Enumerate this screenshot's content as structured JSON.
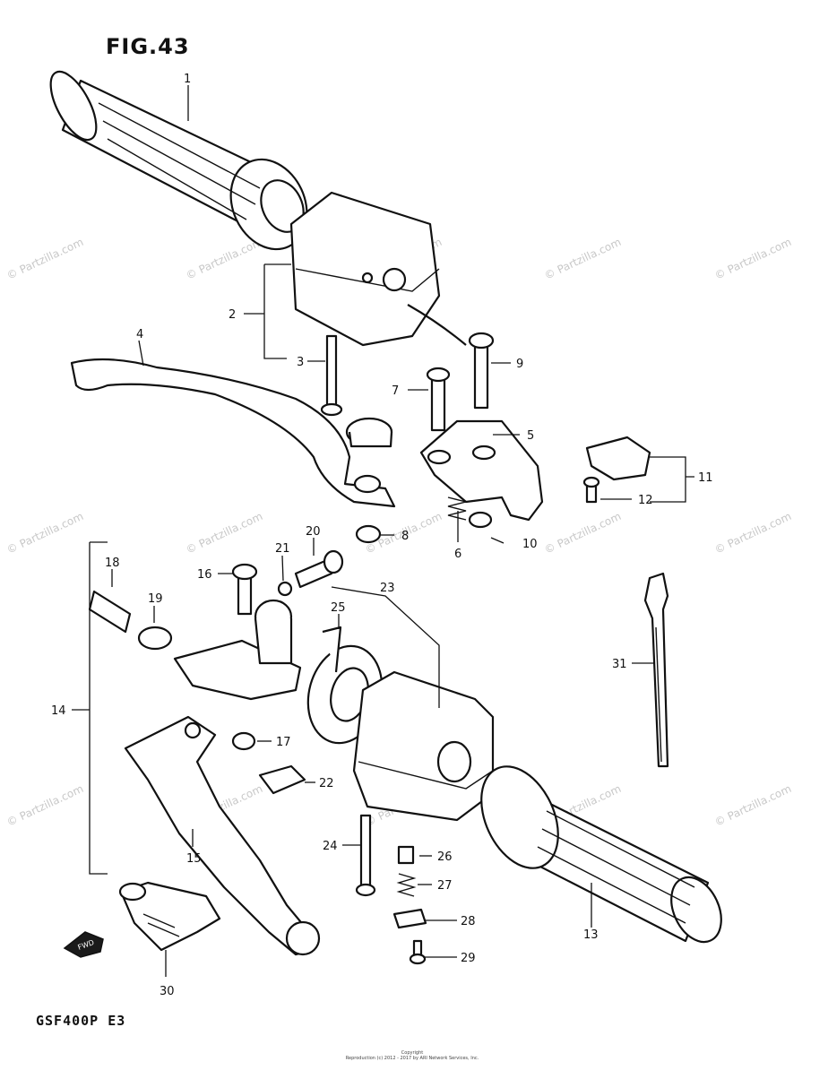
{
  "figure": {
    "title": "FIG.43",
    "model_code": "GSF400P  E3"
  },
  "watermark": "© Partzilla.com",
  "copyright": {
    "line1": "Copyright",
    "line2": "Reproduction (c) 2012 - 2017 by ARI Network Services, Inc."
  },
  "fwd_label": "FWD",
  "callouts": [
    "1",
    "2",
    "3",
    "4",
    "5",
    "6",
    "7",
    "8",
    "9",
    "10",
    "11",
    "12",
    "13",
    "14",
    "15",
    "16",
    "17",
    "18",
    "19",
    "20",
    "21",
    "22",
    "23",
    "24",
    "25",
    "26",
    "27",
    "28",
    "29",
    "30",
    "31"
  ]
}
